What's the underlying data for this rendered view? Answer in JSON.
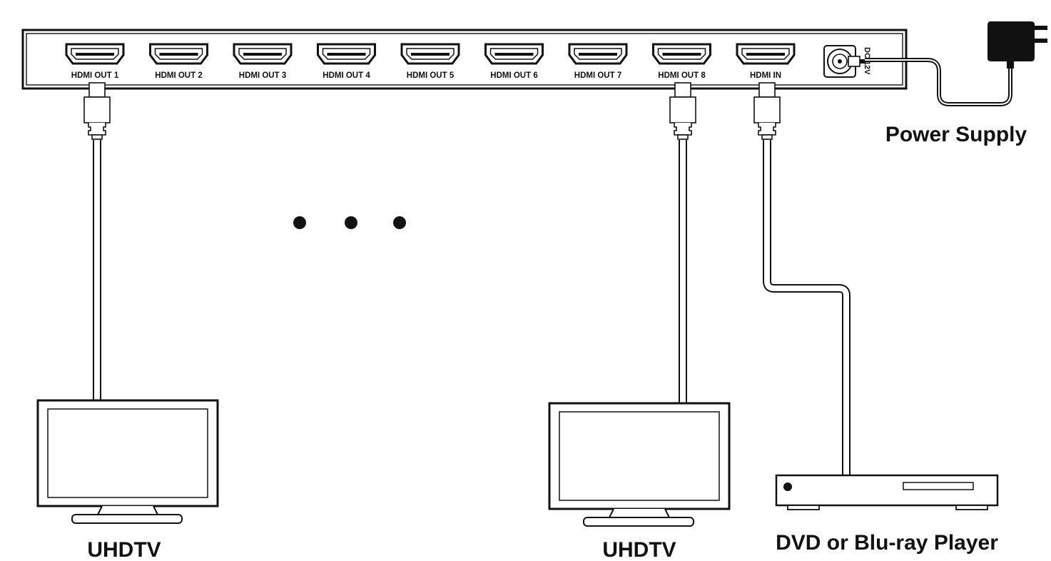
{
  "splitter": {
    "ports": [
      {
        "label": "HDMI OUT 1"
      },
      {
        "label": "HDMI OUT 2"
      },
      {
        "label": "HDMI OUT 3"
      },
      {
        "label": "HDMI OUT 4"
      },
      {
        "label": "HDMI OUT 5"
      },
      {
        "label": "HDMI OUT 6"
      },
      {
        "label": "HDMI OUT 7"
      },
      {
        "label": "HDMI OUT 8"
      },
      {
        "label": "HDMI IN"
      }
    ],
    "dc_label": "DC 12V"
  },
  "devices": {
    "power_supply": "Power Supply",
    "tv_left": "UHDTV",
    "tv_right": "UHDTV",
    "player": "DVD or Blu-ray Player"
  },
  "icons": {
    "hdmi_port": "hdmi-port-icon",
    "hdmi_plug": "hdmi-plug-icon",
    "dc_jack": "dc-jack-icon",
    "power_adapter": "power-adapter-icon",
    "tv": "tv-icon",
    "player": "disc-player-icon",
    "ellipsis": "ellipsis-icon"
  }
}
